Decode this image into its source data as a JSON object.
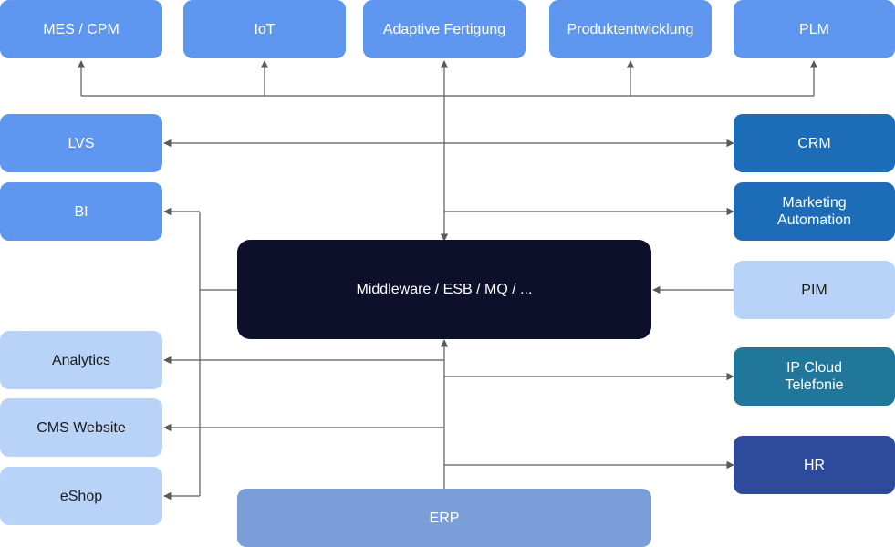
{
  "nodes": {
    "mes_cpm": "MES / CPM",
    "iot": "IoT",
    "adaptive": "Adaptive Fertigung",
    "produkt": "Produktentwicklung",
    "plm": "PLM",
    "lvs": "LVS",
    "bi": "BI",
    "crm": "CRM",
    "marketing": "Marketing\nAutomation",
    "middleware": "Middleware / ESB / MQ / ...",
    "pim": "PIM",
    "analytics": "Analytics",
    "ip_cloud": "IP Cloud\nTelefonie",
    "cms": "CMS Website",
    "eshop": "eShop",
    "hr": "HR",
    "erp": "ERP"
  },
  "colors": {
    "blue": "#5f97f0",
    "light": "#b9d3f8",
    "dark": "#1c6cb8",
    "teal": "#21779a",
    "navy": "#2d4a9b",
    "core": "#0e0f2a",
    "erp": "#7b9ed9",
    "line": "#5a5a5a"
  }
}
